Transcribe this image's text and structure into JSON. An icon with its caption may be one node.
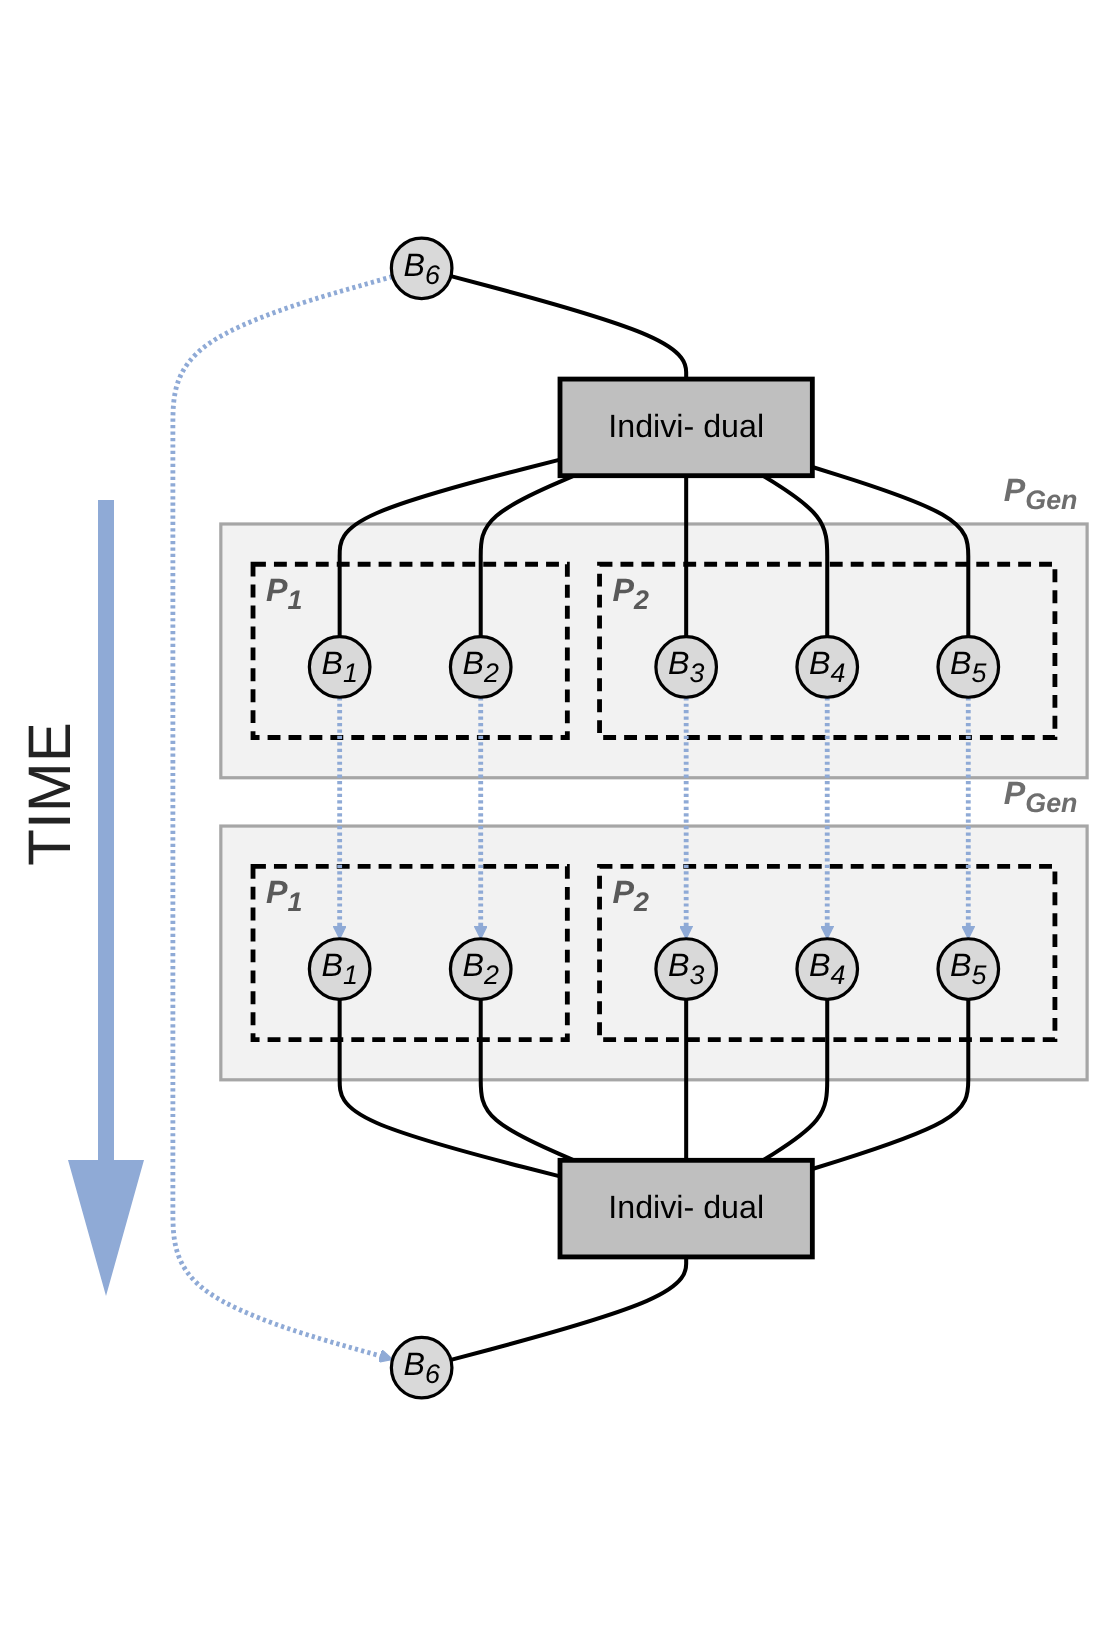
{
  "diagram": {
    "nodes": [
      {
        "text": [
          "P$_{Gen}$"
        ]
      },
      {
        "text": [
          "P$_{1}$"
        ],
        "in": 0
      },
      {
        "text": [
          "B$_{1}$"
        ],
        "in": 1
      },
      {
        "text": [
          "B$_{2}$"
        ],
        "in": 1
      },
      {
        "text": [
          "P$_{2}$"
        ],
        "in": 0
      },
      {
        "text": [
          "B$_{3}$"
        ],
        "in": 4
      },
      {
        "text": [
          "B$_{4}$"
        ],
        "in": 4
      },
      {
        "text": [
          "B$_{5}$"
        ],
        "in": 4
      },
      {
        "text": [
          "Indivi- dual"
        ]
      },
      {
        "text": [
          "B$_{6}$"
        ]
      },
      {
        "text": [
          "P$_{Gen}$"
        ]
      },
      {
        "text": [
          "P$_{1}$"
        ],
        "in": 10
      },
      {
        "text": [
          "B$_{1}$"
        ],
        "in": 11
      },
      {
        "text": [
          "B$_{2}$"
        ],
        "in": 11
      },
      {
        "text": [
          "P$_{2}$"
        ],
        "in": 10
      },
      {
        "text": [
          "B$_{3}$"
        ],
        "in": 14
      },
      {
        "text": [
          "B$_{4}$"
        ],
        "in": 14
      },
      {
        "text": [
          "B$_{5}$"
        ],
        "in": 14
      },
      {
        "text": [
          "Indivi- dual"
        ]
      },
      {
        "text": [
          "B$_{6}$"
        ]
      }
    ],
    "edges": [
      {
        "from": 8,
        "to": 2,
        "arrow": "none"
      },
      {
        "from": 8,
        "to": 3,
        "arrow": "none"
      },
      {
        "from": 8,
        "to": 5,
        "arrow": "none"
      },
      {
        "from": 8,
        "to": 6,
        "arrow": "none"
      },
      {
        "from": 8,
        "to": 7,
        "arrow": "none"
      },
      {
        "from": 9,
        "to": 8,
        "arrow": "none"
      },
      {
        "from": 2,
        "to": 12,
        "arrow": "to",
        "style": "dashed",
        "color": "#8faad6"
      },
      {
        "from": 3,
        "to": 13,
        "arrow": "to",
        "style": "dashed",
        "color": "#8faad6"
      },
      {
        "from": 5,
        "to": 15,
        "arrow": "to",
        "style": "dashed",
        "color": "#8faad6"
      },
      {
        "from": 6,
        "to": 16,
        "arrow": "to",
        "style": "dashed",
        "color": "#8faad6"
      },
      {
        "from": 7,
        "to": 17,
        "arrow": "to",
        "style": "dashed",
        "color": "#8faad6"
      },
      {
        "from": 9,
        "to": 19,
        "arrow": "to",
        "style": "dashed",
        "color": "#8faad6"
      },
      {
        "from": 12,
        "to": 18,
        "arrow": "none"
      },
      {
        "from": 13,
        "to": 18,
        "arrow": "none"
      },
      {
        "from": 15,
        "to": 18,
        "arrow": "none"
      },
      {
        "from": 16,
        "to": 18,
        "arrow": "none"
      },
      {
        "from": 17,
        "to": 18,
        "arrow": "none"
      },
      {
        "from": 18,
        "to": 19,
        "arrow": "none"
      }
    ],
    "labels": [
      "TIME"
    ]
  }
}
